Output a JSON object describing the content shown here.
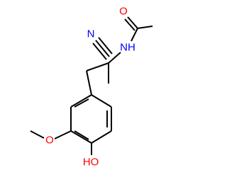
{
  "molecule": {
    "atoms": {
      "nitrile_n": {
        "symbol": "N",
        "color": "#0000ff"
      },
      "amide_o": {
        "symbol": "O",
        "color": "#ff0000"
      },
      "amide_nh": {
        "symbol": "NH",
        "color": "#0000ff"
      },
      "methoxy_o": {
        "symbol": "O",
        "color": "#ff0000"
      },
      "hydroxyl": {
        "symbol": "HO",
        "color": "#ff0000"
      }
    },
    "bond_color": "#000000"
  }
}
